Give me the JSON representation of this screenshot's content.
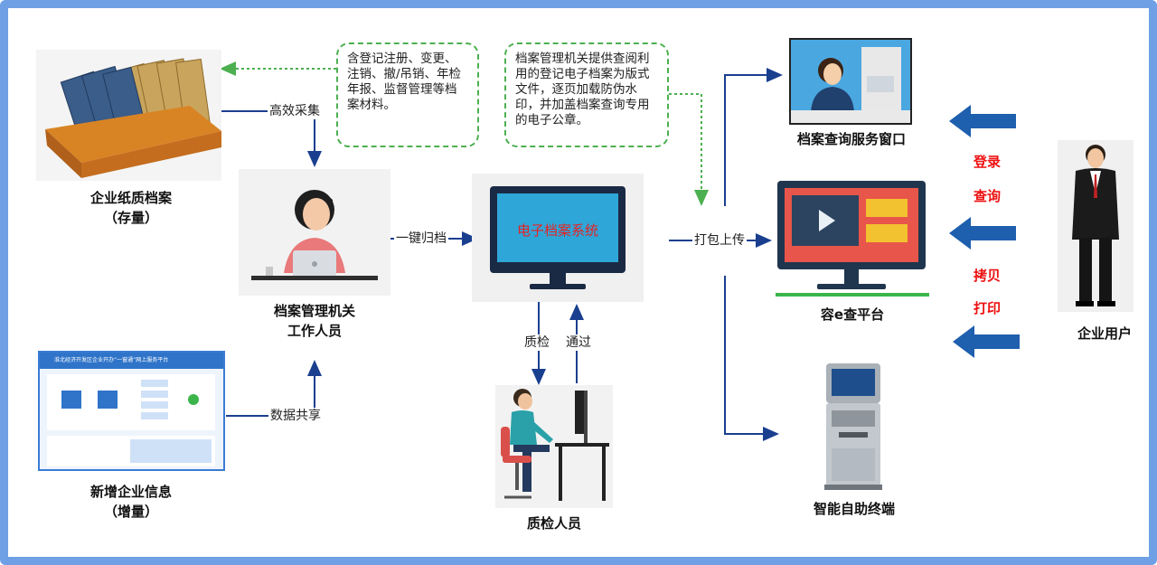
{
  "nodes": {
    "paper_archive": {
      "line1": "企业纸质档案",
      "line2": "（存量）"
    },
    "new_info": {
      "line1": "新增企业信息",
      "line2": "（增量）"
    },
    "staff": {
      "line1": "档案管理机关",
      "line2": "工作人员"
    },
    "system": {
      "screen": "电子档案系统"
    },
    "qc": {
      "label": "质检人员"
    },
    "window": {
      "label": "档案查询服务窗口"
    },
    "platform": {
      "label": "容e查平台"
    },
    "terminal": {
      "label": "智能自助终端"
    },
    "user": {
      "label": "企业用户"
    }
  },
  "edges": {
    "collect": "高效采集",
    "share": "数据共享",
    "archive": "一键归档",
    "upload": "打包上传",
    "check": "质检",
    "pass": "通过"
  },
  "notes": {
    "left": "含登记注册、变更、注销、撤/吊销、年检年报、监督管理等档案材料。",
    "right": "档案管理机关提供查阅利用的登记电子档案为版式文件，逐页加载防伪水印，并加盖档案查询专用的电子公章。"
  },
  "actions": {
    "login": "登录",
    "query": "查询",
    "copy": "拷贝",
    "print": "打印"
  },
  "screenshot": {
    "title": "淮北经济开发区企业开办“一窗通”网上服务平台"
  },
  "colors": {
    "arrow": "#1a3f8f",
    "user_arrow": "#1e5fae",
    "dash": "#4caf50",
    "label_red": "#e11111"
  }
}
